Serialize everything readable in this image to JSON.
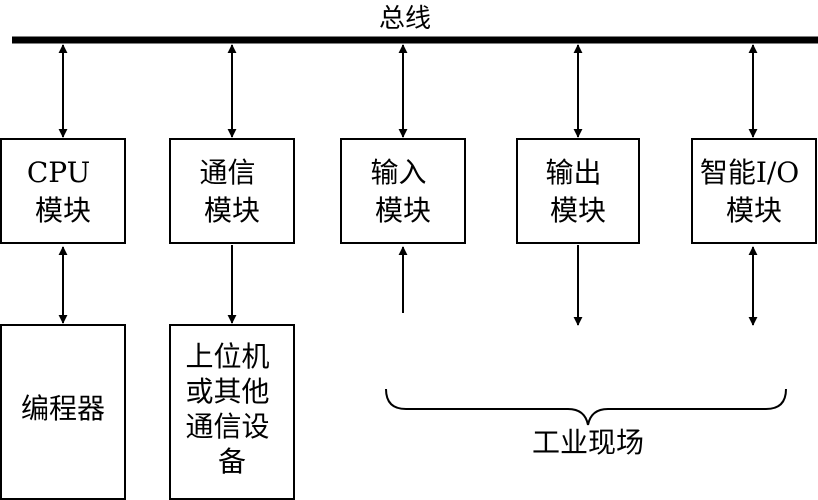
{
  "bus": {
    "label": "总线"
  },
  "modules": [
    {
      "id": "cpu",
      "lines": [
        "CPU",
        "模块"
      ]
    },
    {
      "id": "comm",
      "lines": [
        "通信",
        "模块"
      ]
    },
    {
      "id": "input",
      "lines": [
        "输入",
        "模块"
      ]
    },
    {
      "id": "output",
      "lines": [
        "输出",
        "模块"
      ]
    },
    {
      "id": "smart-io",
      "lines": [
        "智能I/O",
        "模块"
      ]
    }
  ],
  "devices": [
    {
      "id": "programmer",
      "lines": [
        "编程器"
      ]
    },
    {
      "id": "host",
      "lines": [
        "上位机",
        "或其他",
        "通信设",
        "备"
      ]
    }
  ],
  "field": {
    "label": "工业现场"
  },
  "colors": {
    "stroke": "#000000",
    "background": "#ffffff"
  }
}
